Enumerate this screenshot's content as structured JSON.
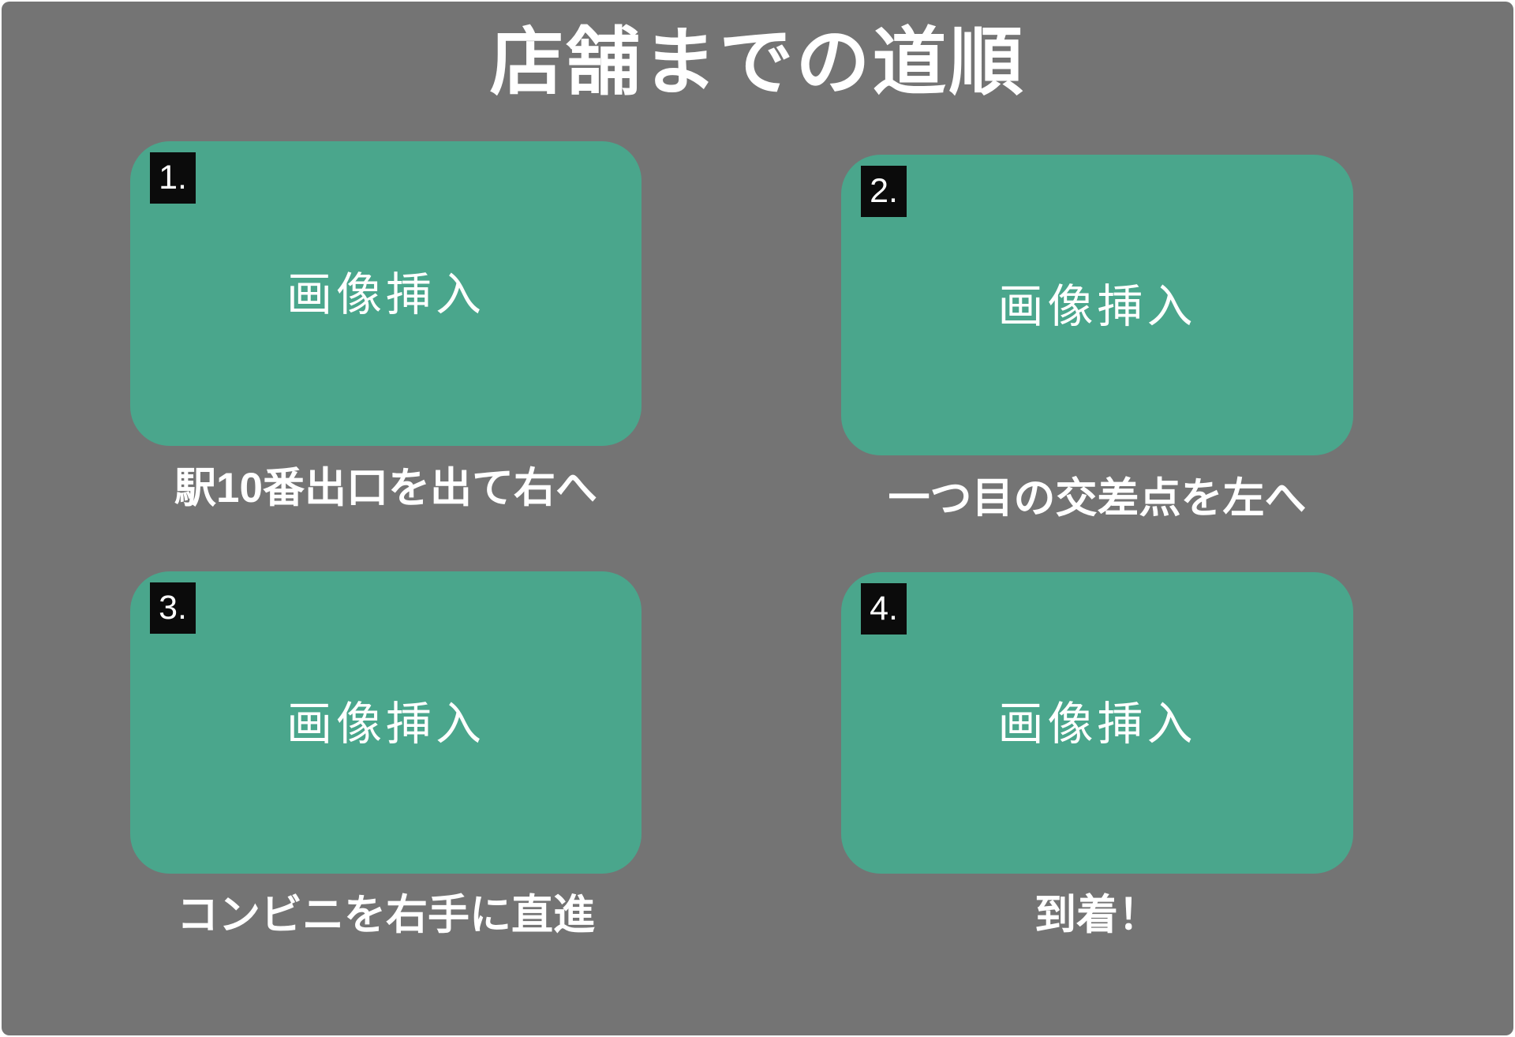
{
  "page": {
    "title": "店舗までの道順",
    "colors": {
      "background": "#747474",
      "card": "#4aa68c",
      "badge": "#0b0b0b",
      "text": "#ffffff",
      "frame": "#ffffff"
    }
  },
  "steps": [
    {
      "number": "1.",
      "placeholder": "画像挿入",
      "caption": "駅10番出口を出て右へ"
    },
    {
      "number": "2.",
      "placeholder": "画像挿入",
      "caption": "一つ目の交差点を左へ"
    },
    {
      "number": "3.",
      "placeholder": "画像挿入",
      "caption": "コンビニを右手に直進"
    },
    {
      "number": "4.",
      "placeholder": "画像挿入",
      "caption": "到着！"
    }
  ]
}
